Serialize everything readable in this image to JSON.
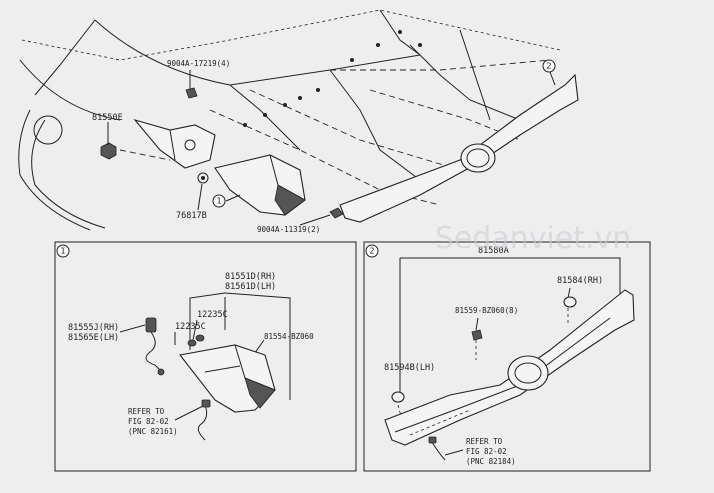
{
  "watermark": "Sedanviet.vn",
  "callouts": {
    "one": "1",
    "two": "2"
  },
  "labels": {
    "p90044_17219": "9004A-17219(4)",
    "p81550e": "81550E",
    "p76817b": "76817B",
    "p90044_11319": "9004A-11319(2)",
    "p81551d": "81551D(RH)",
    "p81561d": "81561D(LH)",
    "p12235c_a": "12235C",
    "p12235c_b": "12235C",
    "p81554": "81554-BZ060",
    "p81555j": "81555J(RH)",
    "p81565e": "81565E(LH)",
    "p81580a": "81580A",
    "p81584": "81584(RH)",
    "p81559": "81559-BZ060(8)",
    "p81594b": "81594B(LH)"
  },
  "refer_left": {
    "line1": "REFER TO",
    "line2": "FIG 82-02",
    "line3": "(PNC 82161)"
  },
  "refer_right": {
    "line1": "REFER TO",
    "line2": "FIG 82-02",
    "line3": "(PNC 82184)"
  }
}
